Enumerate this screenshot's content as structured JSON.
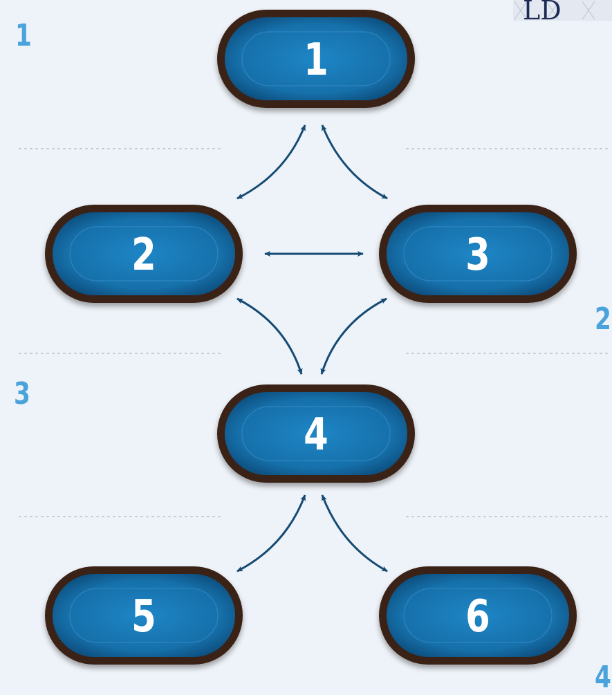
{
  "diagram": {
    "tables": [
      {
        "id": "t1",
        "label": "1"
      },
      {
        "id": "t2",
        "label": "2"
      },
      {
        "id": "t3",
        "label": "3"
      },
      {
        "id": "t4",
        "label": "4"
      },
      {
        "id": "t5",
        "label": "5"
      },
      {
        "id": "t6",
        "label": "6"
      }
    ],
    "connections": [
      {
        "from": "t1",
        "to": "t2"
      },
      {
        "from": "t1",
        "to": "t3"
      },
      {
        "from": "t2",
        "to": "t3"
      },
      {
        "from": "t2",
        "to": "t4"
      },
      {
        "from": "t3",
        "to": "t4"
      },
      {
        "from": "t4",
        "to": "t5"
      },
      {
        "from": "t4",
        "to": "t6"
      }
    ],
    "level_labels": [
      "1",
      "2",
      "3",
      "4"
    ],
    "logo_text": "LD"
  },
  "colors": {
    "background": "#eef3f9",
    "table_felt": "#1a78b4",
    "table_felt_dark": "#0d4f7f",
    "table_rail": "#3a2416",
    "arrow": "#154a72",
    "level_label": "#4aa3db",
    "divider": "#c2cad3",
    "table_text": "#ffffff"
  }
}
